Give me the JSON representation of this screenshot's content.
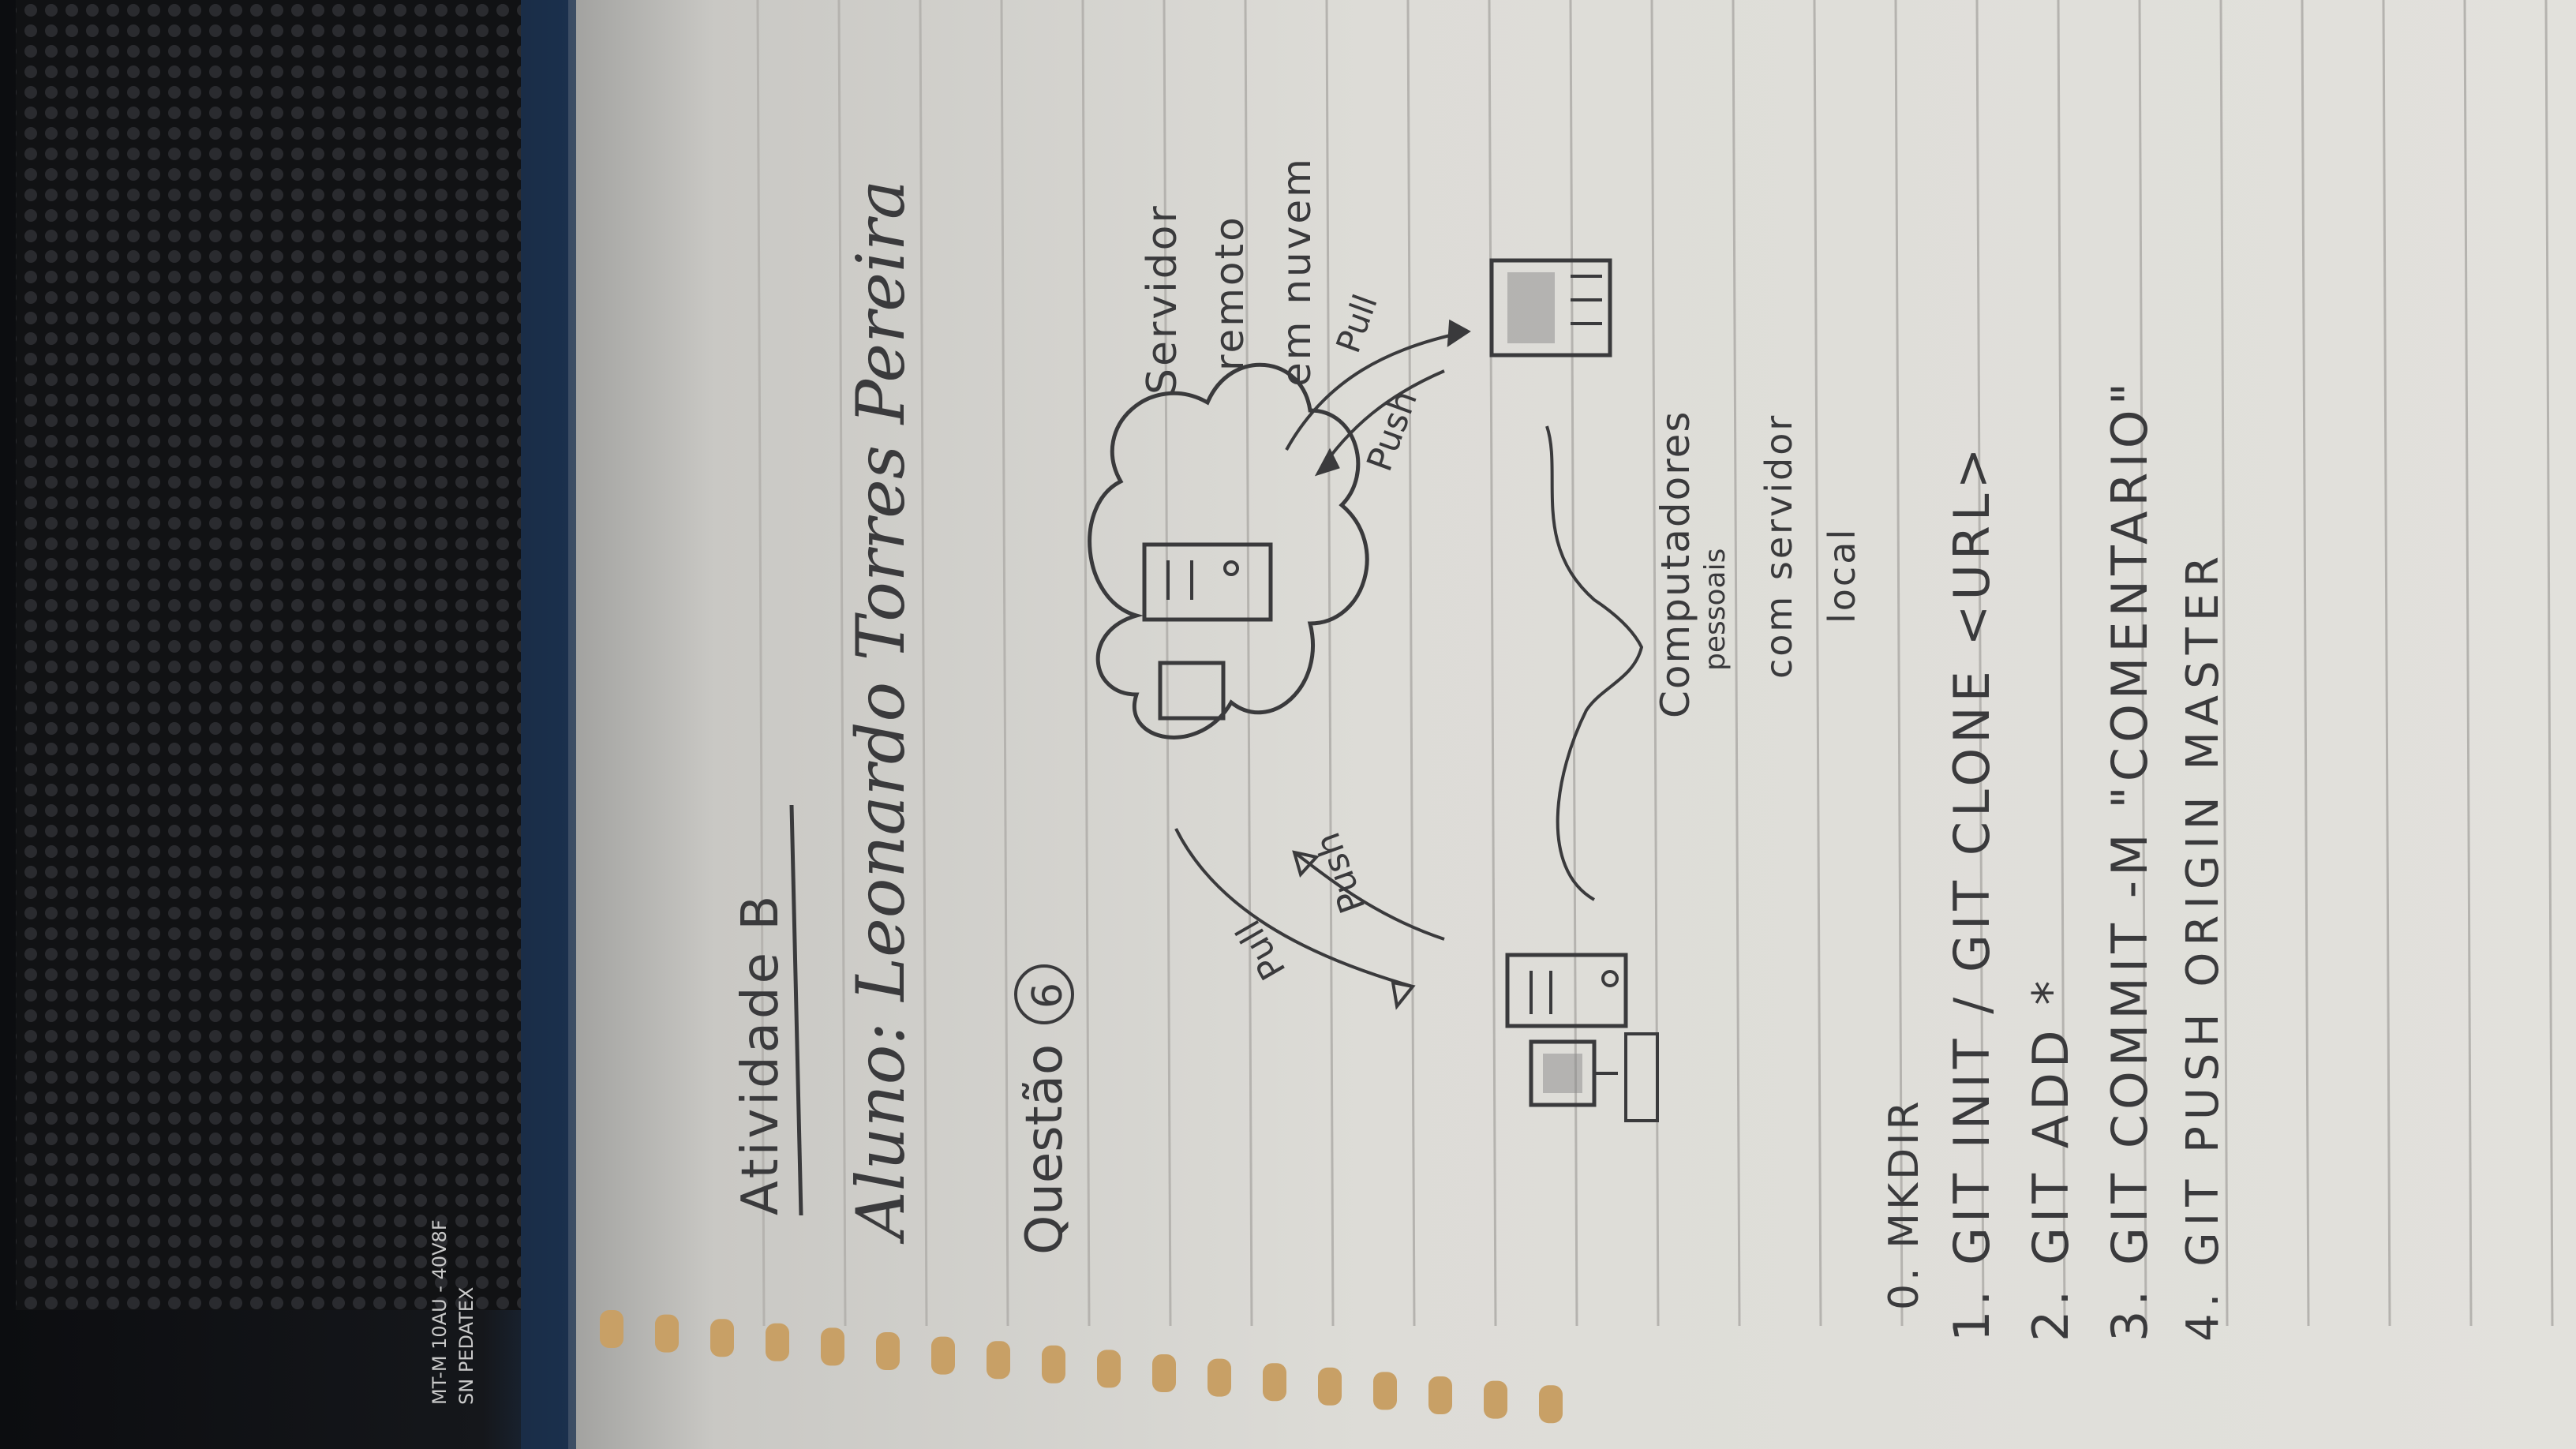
{
  "router": {
    "label_line1": "MT-M 10AU - 40V8F",
    "label_line2": "SN PEDATEX"
  },
  "notebook": {
    "title": "Atividade B",
    "student": "Aluno: Leonardo Torres Pereira",
    "question": "Questão",
    "question_number": "6",
    "diagram": {
      "server_label": [
        "Servidor",
        "remoto",
        "em nuvem"
      ],
      "computers_label": [
        "Computadores",
        "pessoais"
      ],
      "computers_sublabel": [
        "com servidor",
        "local"
      ],
      "pull_left": "Pull",
      "push_left": "Push",
      "pull_right": "Pull",
      "push_right": "Push"
    },
    "commands": [
      "0. MKDIR",
      "1. GIT INIT / GIT CLONE <URL>",
      "2. GIT ADD *",
      "3. GIT COMMIT -M \"COMENTARIO\"",
      "4. GIT PUSH ORIGIN MASTER"
    ]
  },
  "colors": {
    "paper": "#dcdbd6",
    "ruled_line": "#b8b6b2",
    "ink": "#3a3a3c",
    "router": "#151619",
    "envelope": "#c9a46a"
  }
}
